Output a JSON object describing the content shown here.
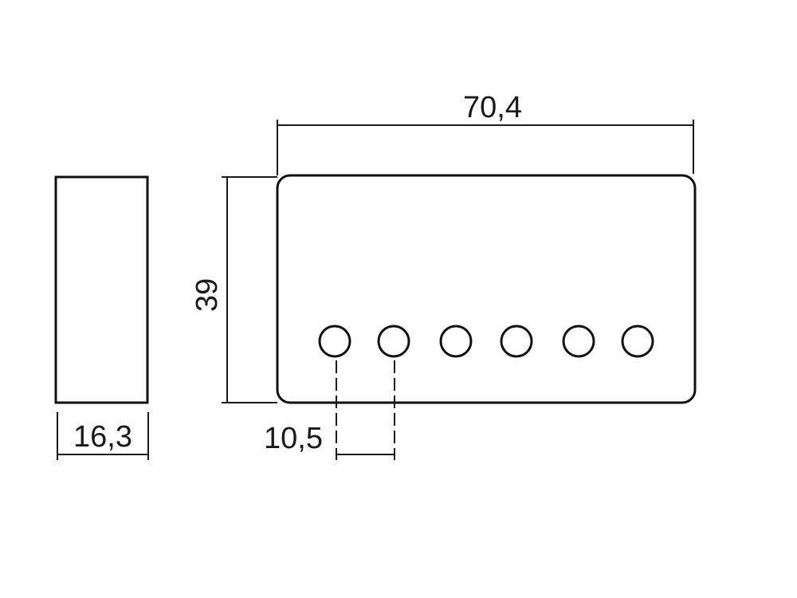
{
  "dimensions": {
    "overall_width": "70,4",
    "height": "39",
    "side_depth": "16,3",
    "pole_spacing": "10,5"
  },
  "pole_count": 6,
  "colors": {
    "line": "#1a1a1a",
    "background": "#ffffff"
  }
}
